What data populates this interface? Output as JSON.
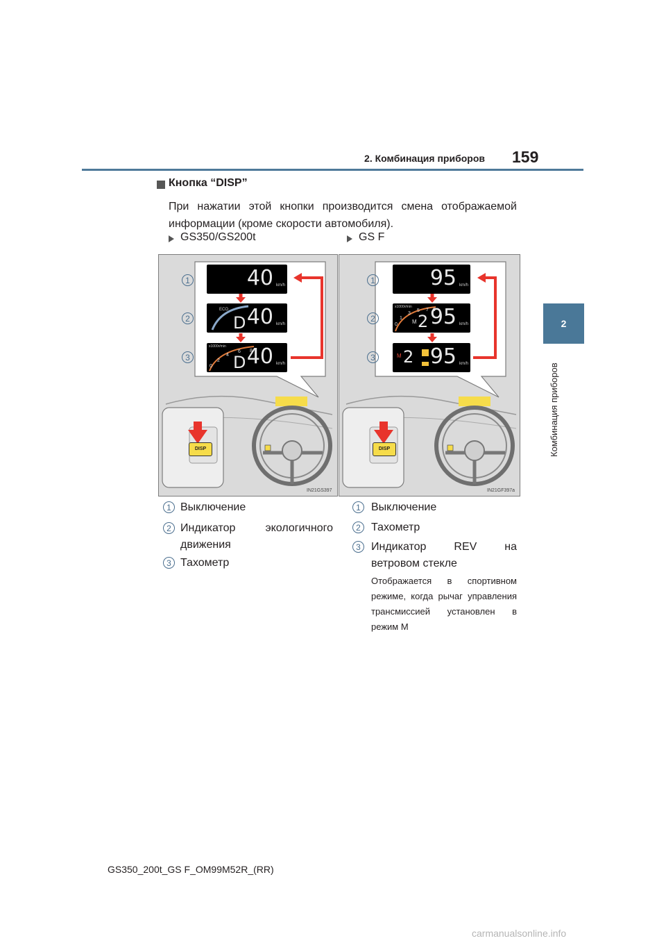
{
  "header": {
    "section": "2. Комбинация приборов",
    "page_number": "159"
  },
  "side_tab": {
    "number": "2",
    "label": "Комбинация приборов"
  },
  "heading": "Кнопка “DISP”",
  "paragraph": "При нажатии этой кнопки производится смена отображаемой информации (кроме скорости автомобиля).",
  "left": {
    "model": "GS350/GS200t",
    "callouts": [
      "1",
      "2",
      "3"
    ],
    "screens": [
      {
        "speed": "40",
        "unit": "km/h"
      },
      {
        "speed": "40",
        "unit": "km/h",
        "gear": "D",
        "eco": "ECO"
      },
      {
        "speed": "40",
        "unit": "km/h",
        "gear": "D",
        "ticks": [
          "0",
          "2",
          "4",
          "6",
          "8"
        ],
        "rpm_label": "x1000r/min"
      }
    ],
    "button": "DISP",
    "figure_code": "IN21GS397",
    "list": [
      {
        "num": "1",
        "text": "Выключение"
      },
      {
        "num": "2",
        "text": "Индикатор экологичного движения"
      },
      {
        "num": "3",
        "text": "Тахометр"
      }
    ]
  },
  "right": {
    "model": "GS F",
    "callouts": [
      "1",
      "2",
      "3"
    ],
    "screens": [
      {
        "speed": "95",
        "unit": "km/h"
      },
      {
        "speed": "95",
        "unit": "km/h",
        "gear": "2",
        "mode": "M",
        "ticks": [
          "0",
          "1",
          "3",
          "5",
          "7",
          "9"
        ],
        "rpm_label": "x1000r/min"
      },
      {
        "speed": "95",
        "unit": "km/h",
        "gear": "2",
        "mode": "M"
      }
    ],
    "button": "DISP",
    "figure_code": "IN21GF397a",
    "list": [
      {
        "num": "1",
        "text": "Выключение"
      },
      {
        "num": "2",
        "text": "Тахометр"
      },
      {
        "num": "3",
        "text": "Индикатор REV на ветровом стекле"
      }
    ],
    "note": "Отображается в спортивном режиме, когда рычаг управления трансмиссией установлен в режим M"
  },
  "footer": "GS350_200t_GS F_OM99M52R_(RR)",
  "watermark": "carmanualsonline.info",
  "colors": {
    "header_rule": "#4f7a9a",
    "side_tab": "#4a7898",
    "arrow_red": "#e8342c",
    "button_yellow": "#f6dc4a",
    "callout_blue": "#4a6e8e"
  }
}
